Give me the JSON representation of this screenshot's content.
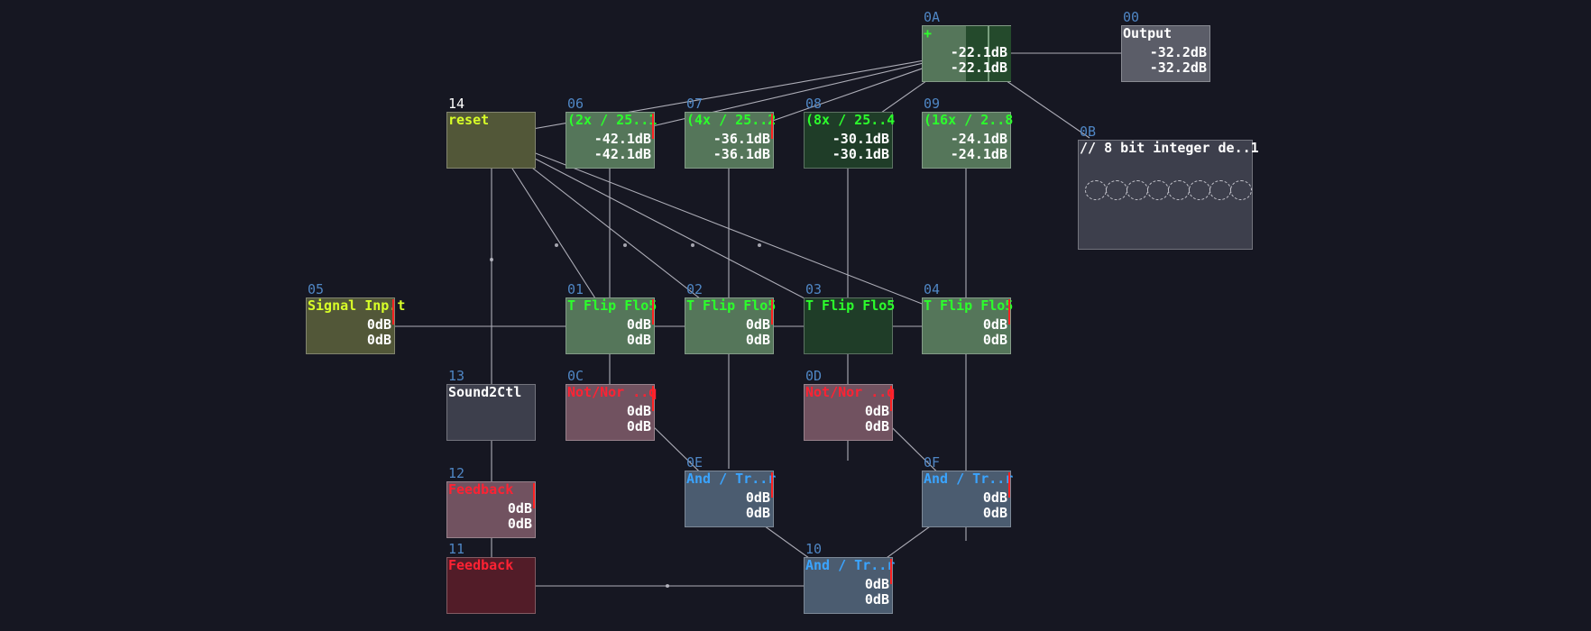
{
  "nodes": {
    "n0A": {
      "id": "0A",
      "title": "+",
      "l1": "-22.1dB",
      "l2": "-22.1dB"
    },
    "n00": {
      "id": "00",
      "title": "Output",
      "l1": "-32.2dB",
      "l2": "-32.2dB"
    },
    "n0B": {
      "id": "0B",
      "title": "// 8 bit integer de..1"
    },
    "n14": {
      "id": "14",
      "title": "reset"
    },
    "n06": {
      "id": "06",
      "title": "(2x / 25..1",
      "l1": "-42.1dB",
      "l2": "-42.1dB"
    },
    "n07": {
      "id": "07",
      "title": "(4x / 25..2",
      "l1": "-36.1dB",
      "l2": "-36.1dB"
    },
    "n08": {
      "id": "08",
      "title": "(8x / 25..4",
      "l1": "-30.1dB",
      "l2": "-30.1dB"
    },
    "n09": {
      "id": "09",
      "title": "(16x / 2..8",
      "l1": "-24.1dB",
      "l2": "-24.1dB"
    },
    "n05": {
      "id": "05",
      "title": "Signal Inp.t",
      "l1": "0dB",
      "l2": "0dB"
    },
    "n01": {
      "id": "01",
      "title": "T Flip Flo5",
      "l1": "0dB",
      "l2": "0dB"
    },
    "n02": {
      "id": "02",
      "title": "T Flip Flo5",
      "l1": "0dB",
      "l2": "0dB"
    },
    "n03": {
      "id": "03",
      "title": "T Flip Flo5"
    },
    "n04": {
      "id": "04",
      "title": "T Flip Flo5",
      "l1": "0dB",
      "l2": "0dB"
    },
    "n13": {
      "id": "13",
      "title": "Sound2Ctl"
    },
    "n0C": {
      "id": "0C",
      "title": "Not/Nor ..q",
      "l1": "0dB",
      "l2": "0dB"
    },
    "n0D": {
      "id": "0D",
      "title": "Not/Nor ..q",
      "l1": "0dB",
      "l2": "0dB"
    },
    "n12": {
      "id": "12",
      "title": "Feedback",
      "l1": "0dB",
      "l2": "0dB"
    },
    "n0E": {
      "id": "0E",
      "title": "And / Tr..r",
      "l1": "0dB",
      "l2": "0dB"
    },
    "n0F": {
      "id": "0F",
      "title": "And / Tr..r",
      "l1": "0dB",
      "l2": "0dB"
    },
    "n11": {
      "id": "11",
      "title": "Feedback"
    },
    "n10": {
      "id": "10",
      "title": "And / Tr..r",
      "l1": "0dB",
      "l2": "0dB"
    }
  },
  "colors": {
    "background": "#161722",
    "wire": "#c8c8d2",
    "id_label": "#4f86c4",
    "green_title": "#2cff2c",
    "yellow_title": "#d8ff28",
    "red_title": "#ff2233",
    "blue_title": "#3aa4ff"
  }
}
